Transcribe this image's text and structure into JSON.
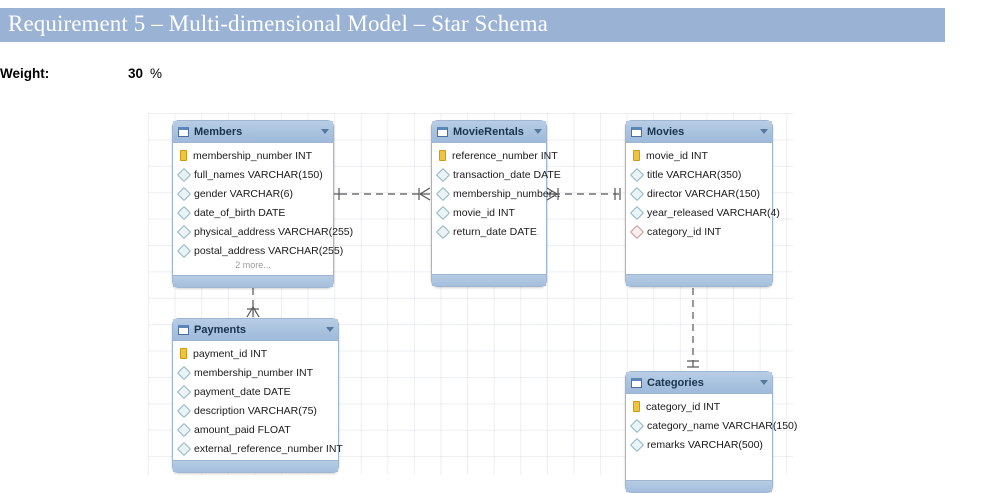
{
  "banner": {
    "title": "Requirement 5 – Multi-dimensional Model – Star Schema",
    "color": "#9ab3d5",
    "text_color": "#ffffff"
  },
  "weight": {
    "label": "Weight:",
    "value": "30",
    "unit": "%"
  },
  "diagram": {
    "type": "entity-relationship-star-schema",
    "entities": [
      {
        "id": "members",
        "name": "Members",
        "icon": "table-icon",
        "caret": "chevron-down-icon",
        "fields": [
          {
            "icon": "key-icon",
            "kind": "pk",
            "label": "membership_number INT"
          },
          {
            "icon": "column-icon",
            "kind": "col",
            "label": "full_names VARCHAR(150)"
          },
          {
            "icon": "column-icon",
            "kind": "col",
            "label": "gender VARCHAR(6)"
          },
          {
            "icon": "column-icon",
            "kind": "col",
            "label": "date_of_birth DATE"
          },
          {
            "icon": "column-icon",
            "kind": "col",
            "label": "physical_address VARCHAR(255)"
          },
          {
            "icon": "column-icon",
            "kind": "col",
            "label": "postal_address VARCHAR(255)"
          }
        ],
        "more_label": "2 more..."
      },
      {
        "id": "movierentals",
        "name": "MovieRentals",
        "icon": "table-icon",
        "caret": "chevron-down-icon",
        "fields": [
          {
            "icon": "key-icon",
            "kind": "pk",
            "label": "reference_number INT"
          },
          {
            "icon": "column-icon",
            "kind": "col",
            "label": "transaction_date DATE"
          },
          {
            "icon": "column-icon",
            "kind": "col",
            "label": "membership_number..."
          },
          {
            "icon": "column-icon",
            "kind": "col",
            "label": "movie_id INT"
          },
          {
            "icon": "column-icon",
            "kind": "col",
            "label": "return_date DATE"
          }
        ],
        "more_label": ""
      },
      {
        "id": "movies",
        "name": "Movies",
        "icon": "table-icon",
        "caret": "chevron-down-icon",
        "fields": [
          {
            "icon": "key-icon",
            "kind": "pk",
            "label": "movie_id INT"
          },
          {
            "icon": "column-icon",
            "kind": "col",
            "label": "title VARCHAR(350)"
          },
          {
            "icon": "column-icon",
            "kind": "col",
            "label": "director VARCHAR(150)"
          },
          {
            "icon": "column-icon",
            "kind": "col",
            "label": "year_released VARCHAR(4)"
          },
          {
            "icon": "foreign-key-icon",
            "kind": "fk",
            "label": "category_id INT"
          }
        ],
        "more_label": ""
      },
      {
        "id": "payments",
        "name": "Payments",
        "icon": "table-icon",
        "caret": "chevron-down-icon",
        "fields": [
          {
            "icon": "key-icon",
            "kind": "pk",
            "label": "payment_id INT"
          },
          {
            "icon": "column-icon",
            "kind": "col",
            "label": "membership_number INT"
          },
          {
            "icon": "column-icon",
            "kind": "col",
            "label": "payment_date DATE"
          },
          {
            "icon": "column-icon",
            "kind": "col",
            "label": "description VARCHAR(75)"
          },
          {
            "icon": "column-icon",
            "kind": "col",
            "label": "amount_paid FLOAT"
          },
          {
            "icon": "column-icon",
            "kind": "col",
            "label": "external_reference_number INT"
          }
        ],
        "more_label": ""
      },
      {
        "id": "categories",
        "name": "Categories",
        "icon": "table-icon",
        "caret": "chevron-down-icon",
        "fields": [
          {
            "icon": "key-icon",
            "kind": "pk",
            "label": "category_id INT"
          },
          {
            "icon": "column-icon",
            "kind": "col",
            "label": "category_name VARCHAR(150)"
          },
          {
            "icon": "column-icon",
            "kind": "col",
            "label": "remarks VARCHAR(500)"
          }
        ],
        "more_label": ""
      }
    ],
    "relationships": [
      {
        "from": "Members",
        "to": "MovieRentals",
        "from_card": "one",
        "to_card": "many",
        "style": "dashed"
      },
      {
        "from": "MovieRentals",
        "to": "Movies",
        "from_card": "many",
        "to_card": "one",
        "style": "dashed"
      },
      {
        "from": "Members",
        "to": "Payments",
        "from_card": "one",
        "to_card": "many",
        "style": "dashed"
      },
      {
        "from": "Movies",
        "to": "Categories",
        "from_card": "many",
        "to_card": "one",
        "style": "dashed"
      }
    ],
    "grid": "on",
    "line_color": "#555555"
  }
}
